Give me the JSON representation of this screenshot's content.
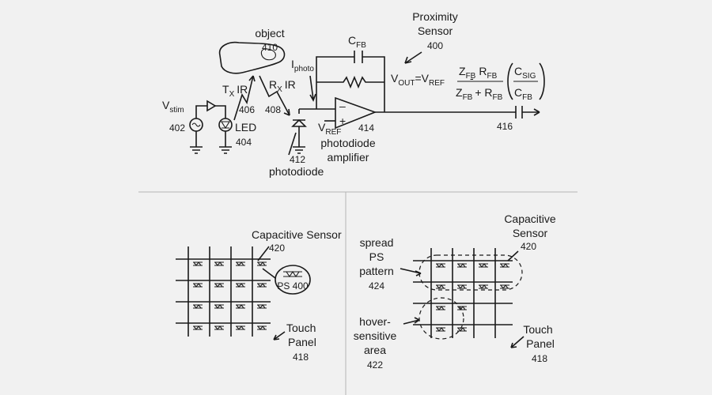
{
  "top": {
    "title": "Proximity Sensor",
    "title_line1": "Proximity",
    "title_line2": "Sensor",
    "ref_sensor": "400",
    "object": "object",
    "ref_object": "410",
    "vstim": "V",
    "vstim_sub": "stim",
    "ref_vstim": "402",
    "led": "LED",
    "ref_led": "404",
    "tx": "T",
    "tx_sub": "X",
    "tx_ir": "IR",
    "ref_tx": "406",
    "rx": "R",
    "rx_sub": "X",
    "rx_ir": "IR",
    "ref_rx": "408",
    "iphoto": "I",
    "iphoto_sub": "photo",
    "photodiode": "photodiode",
    "ref_photodiode": "412",
    "cfb": "C",
    "cfb_sub": "FB",
    "vref": "V",
    "vref_sub": "REF",
    "amp_minus": "–",
    "amp_plus": "+",
    "ref_amp": "414",
    "amp_line1": "photodiode",
    "amp_line2": "amplifier",
    "ref_output": "416",
    "equation": {
      "vout": "V",
      "vout_sub": "OUT",
      "eq_sign": "=V",
      "vref_sub": "REF",
      "minus": "-",
      "num_z": "Z",
      "num_z_sub": "FB",
      "num_r": "R",
      "num_r_sub": "FB",
      "den_z": "Z",
      "den_z_sub": "FB",
      "den_plus": "+ R",
      "den_r_sub": "FB",
      "csig": "C",
      "csig_sub": "SIG",
      "cfb2": "C",
      "cfb2_sub": "FB"
    }
  },
  "left_panel": {
    "sensor_label": "Capacitive Sensor",
    "ref_sensor": "420",
    "ps_label": "PS 400",
    "touch_line1": "Touch",
    "touch_line2": "Panel",
    "ref_touch": "418"
  },
  "right_panel": {
    "cap_line1": "Capacitive",
    "cap_line2": "Sensor",
    "ref_cap": "420",
    "spread_line1": "spread",
    "spread_line2": "PS",
    "spread_line3": "pattern",
    "ref_spread": "424",
    "hover_line1": "hover-",
    "hover_line2": "sensitive",
    "hover_line3": "area",
    "ref_hover": "422",
    "touch_line1": "Touch",
    "touch_line2": "Panel",
    "ref_touch": "418"
  }
}
